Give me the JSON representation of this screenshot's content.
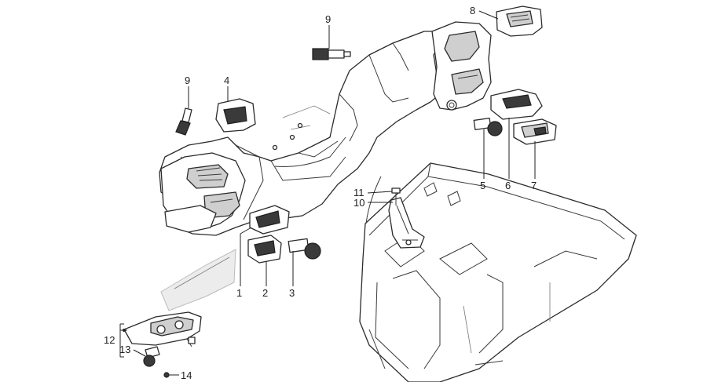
{
  "diagram": {
    "callouts": [
      {
        "id": "c1",
        "label": "1"
      },
      {
        "id": "c2",
        "label": "2"
      },
      {
        "id": "c3",
        "label": "3"
      },
      {
        "id": "c4",
        "label": "4"
      },
      {
        "id": "c5",
        "label": "5"
      },
      {
        "id": "c6",
        "label": "6"
      },
      {
        "id": "c7",
        "label": "7"
      },
      {
        "id": "c8",
        "label": "8"
      },
      {
        "id": "c9a",
        "label": "9"
      },
      {
        "id": "c9b",
        "label": "9"
      },
      {
        "id": "c10",
        "label": "10"
      },
      {
        "id": "c11",
        "label": "11"
      },
      {
        "id": "c12",
        "label": "12"
      },
      {
        "id": "c13",
        "label": "13"
      },
      {
        "id": "c14",
        "label": "14"
      }
    ],
    "colors": {
      "line": "#2b2b2b",
      "fill": "#ffffff",
      "shade": "#cfcfcf",
      "dark": "#3a3a3a"
    }
  }
}
